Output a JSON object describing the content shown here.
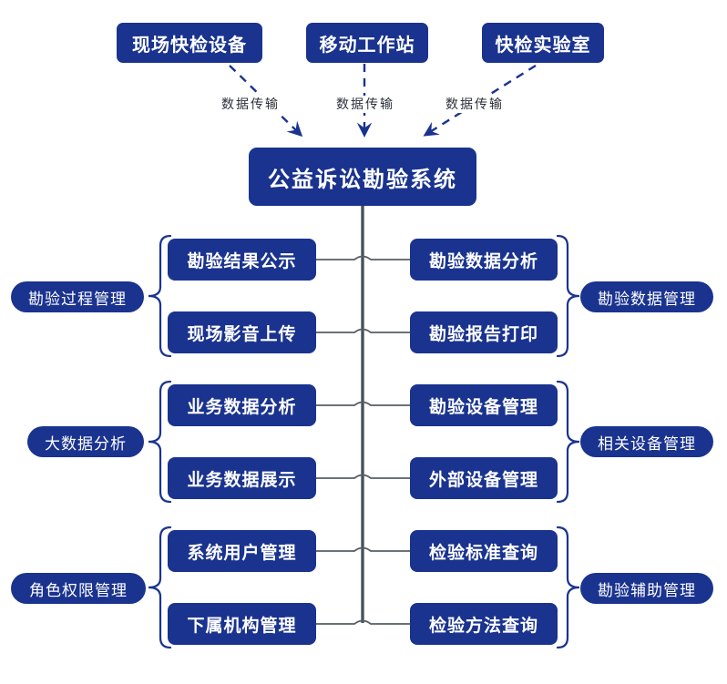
{
  "colors": {
    "node_navy": "#1a338f",
    "connector_gray": "#4d565c",
    "label_text": "#2d2f3a",
    "background": "#ffffff"
  },
  "system": {
    "title": "公益诉讼勘验系统"
  },
  "sources": [
    {
      "label": "现场快检设备"
    },
    {
      "label": "移动工作站"
    },
    {
      "label": "快检实验室"
    }
  ],
  "data_transfer_labels": [
    "数据传输",
    "数据传输",
    "数据传输"
  ],
  "groups": [
    {
      "category": "勘验过程管理",
      "side": "left",
      "items": [
        {
          "label": "勘验结果公示"
        },
        {
          "label": "现场影音上传"
        }
      ]
    },
    {
      "category": "勘验数据管理",
      "side": "right",
      "items": [
        {
          "label": "勘验数据分析"
        },
        {
          "label": "勘验报告打印"
        }
      ]
    },
    {
      "category": "大数据分析",
      "side": "left",
      "items": [
        {
          "label": "业务数据分析"
        },
        {
          "label": "业务数据展示"
        }
      ]
    },
    {
      "category": "相关设备管理",
      "side": "right",
      "items": [
        {
          "label": "勘验设备管理"
        },
        {
          "label": "外部设备管理"
        }
      ]
    },
    {
      "category": "角色权限管理",
      "side": "left",
      "items": [
        {
          "label": "系统用户管理"
        },
        {
          "label": "下属机构管理"
        }
      ]
    },
    {
      "category": "勘验辅助管理",
      "side": "right",
      "items": [
        {
          "label": "检验标准查询"
        },
        {
          "label": "检验方法查询"
        }
      ]
    }
  ]
}
